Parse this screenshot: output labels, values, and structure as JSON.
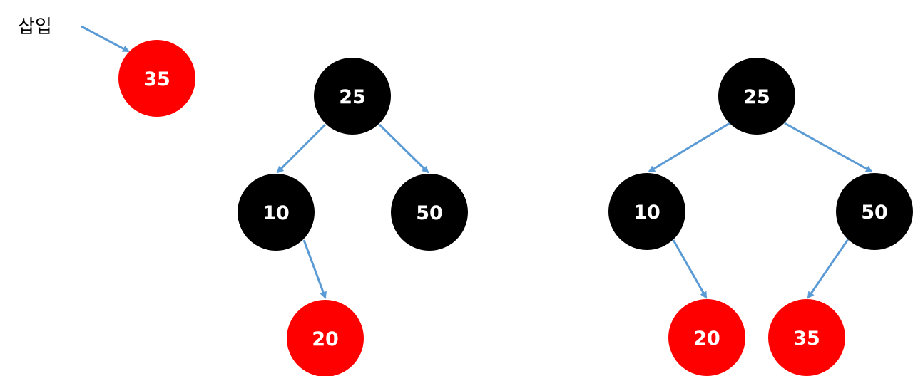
{
  "insert_label": "삽입",
  "colors": {
    "black_node": "#000000",
    "red_node": "#ff0000",
    "edge": "#5b9bd5",
    "label_text": "#ffffff"
  },
  "new_node": {
    "value": "35",
    "color": "red"
  },
  "tree_before": {
    "root": {
      "value": "25",
      "color": "black"
    },
    "left": {
      "value": "10",
      "color": "black"
    },
    "right": {
      "value": "50",
      "color": "black"
    },
    "left_right": {
      "value": "20",
      "color": "red"
    }
  },
  "tree_after": {
    "root": {
      "value": "25",
      "color": "black"
    },
    "left": {
      "value": "10",
      "color": "black"
    },
    "right": {
      "value": "50",
      "color": "black"
    },
    "left_right": {
      "value": "20",
      "color": "red"
    },
    "right_left": {
      "value": "35",
      "color": "red"
    }
  }
}
